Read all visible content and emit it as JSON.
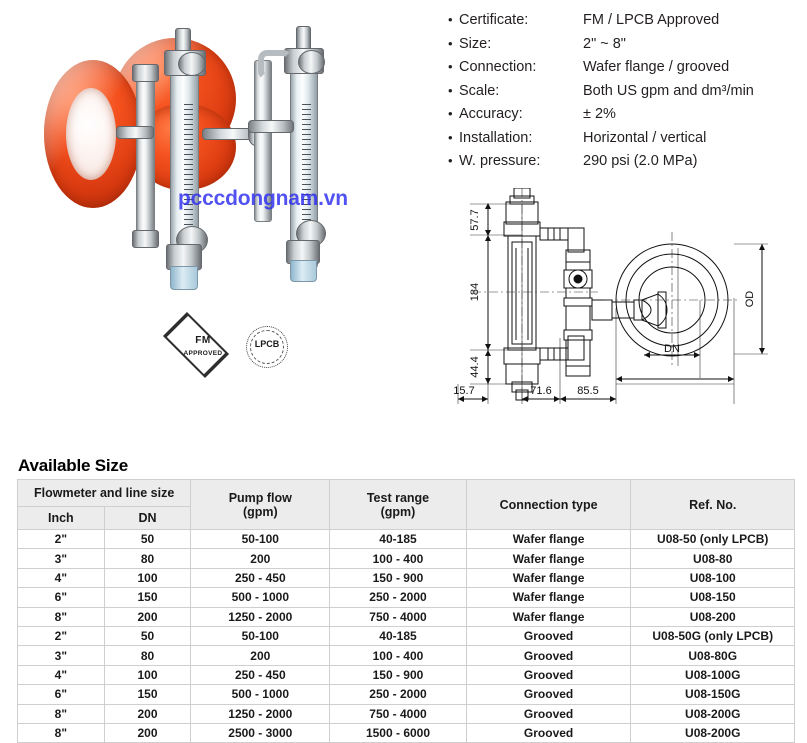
{
  "specs": {
    "bullet": "•",
    "items": [
      {
        "label": "Certificate:",
        "value": "FM / LPCB Approved"
      },
      {
        "label": "Size:",
        "value": "2\" ~ 8\""
      },
      {
        "label": "Connection:",
        "value": "Wafer flange / grooved"
      },
      {
        "label": "Scale:",
        "value": "Both US gpm and dm³/min"
      },
      {
        "label": "Accuracy:",
        "value": "± 2%"
      },
      {
        "label": "Installation:",
        "value": "Horizontal / vertical"
      },
      {
        "label": "W. pressure:",
        "value": "290 psi (2.0 MPa)"
      }
    ]
  },
  "certifications": {
    "fm": {
      "mark": "FM",
      "sub": "APPROVED"
    },
    "lpcb": {
      "mark": "LPCB"
    }
  },
  "watermark": {
    "text": "pcccdongnam.vn",
    "color": "#2d2df0"
  },
  "drawing": {
    "dimensions": {
      "top_vertical": "57.7",
      "mid_vertical": "184",
      "bottom_vertical": "44.4",
      "left_horizontal": "15.7",
      "mid_horizontal": "71.6",
      "right_horizontal": "85.5"
    },
    "labels": {
      "outer_diameter": "OD",
      "nominal_diameter": "DN"
    }
  },
  "table": {
    "title": "Available Size",
    "group_header": "Flowmeter and line size",
    "headers": {
      "inch": "Inch",
      "dn": "DN",
      "pump_flow": "Pump flow",
      "pump_flow_unit": "(gpm)",
      "test_range": "Test range",
      "test_range_unit": "(gpm)",
      "connection_type": "Connection type",
      "ref_no": "Ref. No."
    },
    "rows": [
      {
        "inch": "2\"",
        "dn": "50",
        "pump": "50-100",
        "test": "40-185",
        "conn": "Wafer flange",
        "ref": "U08-50 (only LPCB)"
      },
      {
        "inch": "3\"",
        "dn": "80",
        "pump": "200",
        "test": "100 - 400",
        "conn": "Wafer flange",
        "ref": "U08-80"
      },
      {
        "inch": "4\"",
        "dn": "100",
        "pump": "250 - 450",
        "test": "150 - 900",
        "conn": "Wafer flange",
        "ref": "U08-100"
      },
      {
        "inch": "6\"",
        "dn": "150",
        "pump": "500 - 1000",
        "test": "250 - 2000",
        "conn": "Wafer flange",
        "ref": "U08-150"
      },
      {
        "inch": "8\"",
        "dn": "200",
        "pump": "1250 - 2000",
        "test": "750 - 4000",
        "conn": "Wafer flange",
        "ref": "U08-200"
      },
      {
        "inch": "2\"",
        "dn": "50",
        "pump": "50-100",
        "test": "40-185",
        "conn": "Grooved",
        "ref": "U08-50G (only LPCB)"
      },
      {
        "inch": "3\"",
        "dn": "80",
        "pump": "200",
        "test": "100 - 400",
        "conn": "Grooved",
        "ref": "U08-80G"
      },
      {
        "inch": "4\"",
        "dn": "100",
        "pump": "250 - 450",
        "test": "150 - 900",
        "conn": "Grooved",
        "ref": "U08-100G"
      },
      {
        "inch": "6\"",
        "dn": "150",
        "pump": "500 - 1000",
        "test": "250 - 2000",
        "conn": "Grooved",
        "ref": "U08-150G"
      },
      {
        "inch": "8\"",
        "dn": "200",
        "pump": "1250 - 2000",
        "test": "750 - 4000",
        "conn": "Grooved",
        "ref": "U08-200G"
      },
      {
        "inch": "8\"",
        "dn": "200",
        "pump": "2500 - 3000",
        "test": "1500 - 6000",
        "conn": "Grooved",
        "ref": "U08-200G"
      }
    ]
  }
}
